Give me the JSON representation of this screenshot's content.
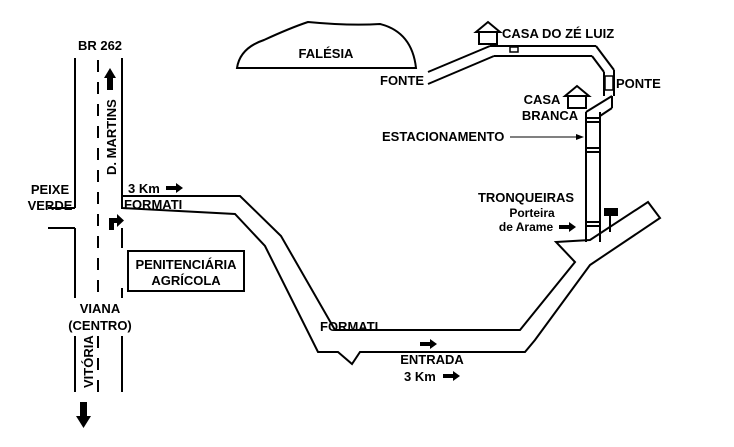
{
  "map": {
    "highway_label": "BR 262",
    "d_martins": "D. MARTINS",
    "peixe_verde_1": "PEIXE",
    "peixe_verde_2": "VERDE",
    "distance_top": "3 Km",
    "formati_top": "FORMATI",
    "penitenciaria_1": "PENITENCIÁRIA",
    "penitenciaria_2": "AGRÍCOLA",
    "viana_1": "VIANA",
    "viana_2": "(CENTRO)",
    "vitoria": "VITÓRIA",
    "falesia": "FALÉSIA",
    "fonte": "FONTE",
    "casa_ze_luiz": "CASA DO ZÉ LUIZ",
    "ponte": "PONTE",
    "casa_branca_1": "CASA",
    "casa_branca_2": "BRANCA",
    "estacionamento": "ESTACIONAMENTO",
    "tronqueiras": "TRONQUEIRAS",
    "porteira_1": "Porteira",
    "porteira_2": "de Arame",
    "formati_bottom": "FORMATI",
    "entrada": "ENTRADA",
    "distance_bottom": "3 Km"
  }
}
